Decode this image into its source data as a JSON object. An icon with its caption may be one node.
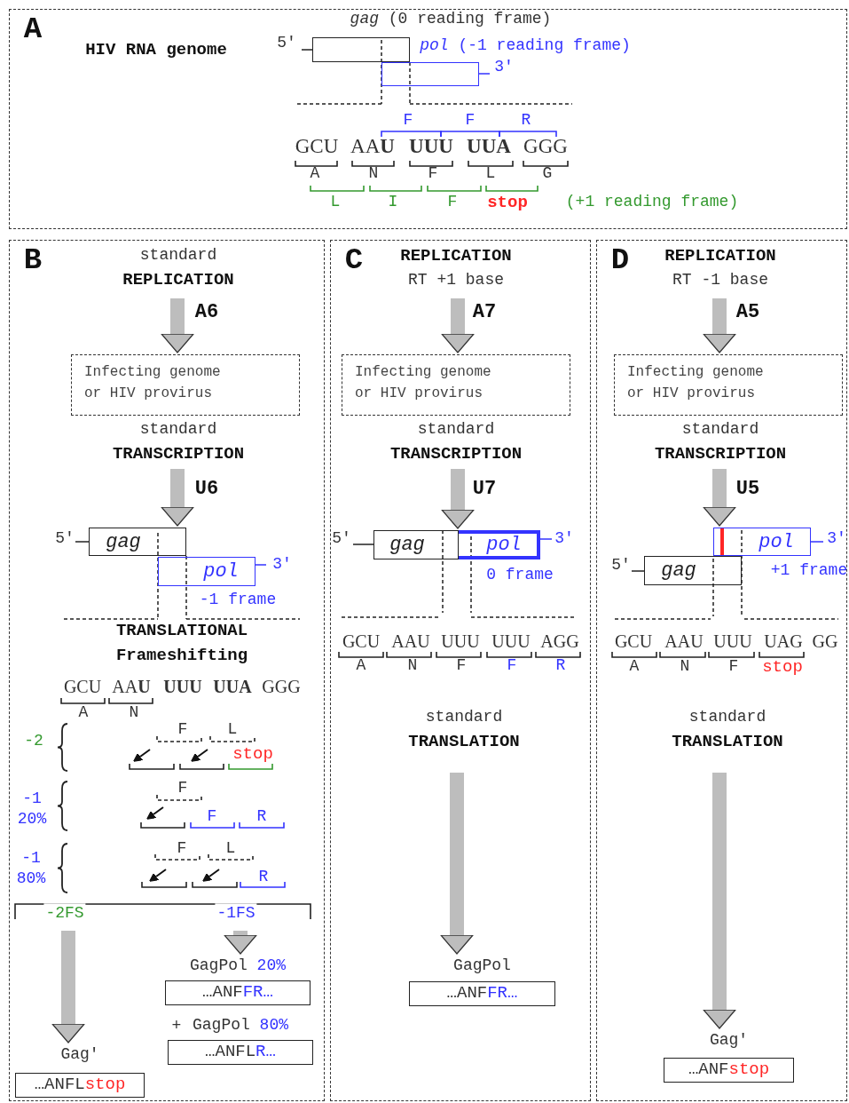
{
  "diagram": {
    "nodes": [
      {
        "text": [
          "A"
        ]
      },
      {
        "text": [],
        "shape": "box",
        "in": 0,
        "beside": [
          "*gag* (0 reading frame)",
          "5′"
        ]
      },
      {
        "text": [],
        "shape": "box",
        "in": 0,
        "beside": [
          "*pol* (-1 reading frame)",
          "3′"
        ]
      },
      {
        "text": [
          "B"
        ]
      },
      {
        "text": [
          "Infecting genome or HIV provirus"
        ],
        "in": 3
      },
      {
        "text": [
          "gag"
        ],
        "in": 3,
        "beside": [
          "5′"
        ]
      },
      {
        "text": [
          "pol"
        ],
        "in": 3,
        "beside": [
          "3′",
          "-1 frame"
        ]
      },
      {
        "text": [
          "Gag′",
          "…ANFLstop"
        ],
        "in": 3
      },
      {
        "text": [
          "GagPol 20%",
          "…ANFFR…"
        ],
        "in": 3
      },
      {
        "text": [
          "GagPol 80%",
          "…ANFLR…"
        ],
        "in": 3
      },
      {
        "text": [
          "C"
        ]
      },
      {
        "text": [
          "Infecting genome or HIV provirus"
        ],
        "in": 10
      },
      {
        "text": [
          "gag"
        ],
        "in": 10,
        "beside": [
          "5′"
        ]
      },
      {
        "text": [
          "pol"
        ],
        "in": 10,
        "beside": [
          "3′",
          "0 frame"
        ]
      },
      {
        "text": [
          "GagPol",
          "…ANFFR…"
        ],
        "in": 10
      },
      {
        "text": [
          "D"
        ]
      },
      {
        "text": [
          "Infecting genome or HIV provirus"
        ],
        "in": 15
      },
      {
        "text": [
          "pol"
        ],
        "in": 15,
        "beside": [
          "3′",
          "+1 frame"
        ]
      },
      {
        "text": [
          "gag"
        ],
        "in": 15,
        "beside": [
          "5′"
        ]
      },
      {
        "text": [
          "Gag′",
          "…ANFstop"
        ],
        "in": 15
      }
    ],
    "edges": [
      {
        "from": null,
        "to": 4,
        "arrow": "to",
        "label": "A6"
      },
      {
        "from": null,
        "to": 5,
        "arrow": "to",
        "label": "U6"
      },
      {
        "from": null,
        "to": 7,
        "arrow": "to",
        "label": "-2FS"
      },
      {
        "from": null,
        "to": 8,
        "arrow": "to",
        "label": "-1FS"
      },
      {
        "from": null,
        "to": 11,
        "arrow": "to",
        "label": "A7"
      },
      {
        "from": null,
        "to": 12,
        "arrow": "to",
        "label": "U7"
      },
      {
        "from": null,
        "to": 14,
        "arrow": "to"
      },
      {
        "from": null,
        "to": 16,
        "arrow": "to",
        "label": "A5"
      },
      {
        "from": null,
        "to": 17,
        "arrow": "to",
        "label": "U5"
      },
      {
        "from": null,
        "to": 19,
        "arrow": "to"
      }
    ],
    "labels": [
      "HIV RNA genome",
      "F",
      "F",
      "R",
      "GCU",
      "AA**U**",
      "**UUU**",
      "**UUA**",
      "GGG",
      "A",
      "N",
      "F",
      "L",
      "G",
      "L",
      "I",
      "F",
      "stop",
      "(+1 reading frame)",
      "standard",
      "REPLICATION",
      "standard",
      "TRANSCRIPTION",
      "TRANSLATIONAL",
      "Frameshifting",
      "GCU",
      "AA**U**",
      "**UUU**",
      "**UUA**",
      "GGG",
      "A",
      "N",
      "-2",
      "F",
      "L",
      "stop",
      "-1 20%",
      "F",
      "F",
      "R",
      "-1 80%",
      "F",
      "L",
      "R",
      "+",
      "REPLICATION",
      "RT +1 base",
      "standard",
      "TRANSCRIPTION",
      "GCU",
      "AAU",
      "UUU",
      "UUU",
      "AGG",
      "A",
      "N",
      "F",
      "F",
      "R",
      "standard",
      "TRANSLATION",
      "REPLICATION",
      "RT -1 base",
      "standard",
      "TRANSCRIPTION",
      "GCU",
      "AAU",
      "UUU",
      "UAG",
      "GG",
      "A",
      "N",
      "F",
      "stop",
      "standard",
      "TRANSLATION"
    ]
  }
}
